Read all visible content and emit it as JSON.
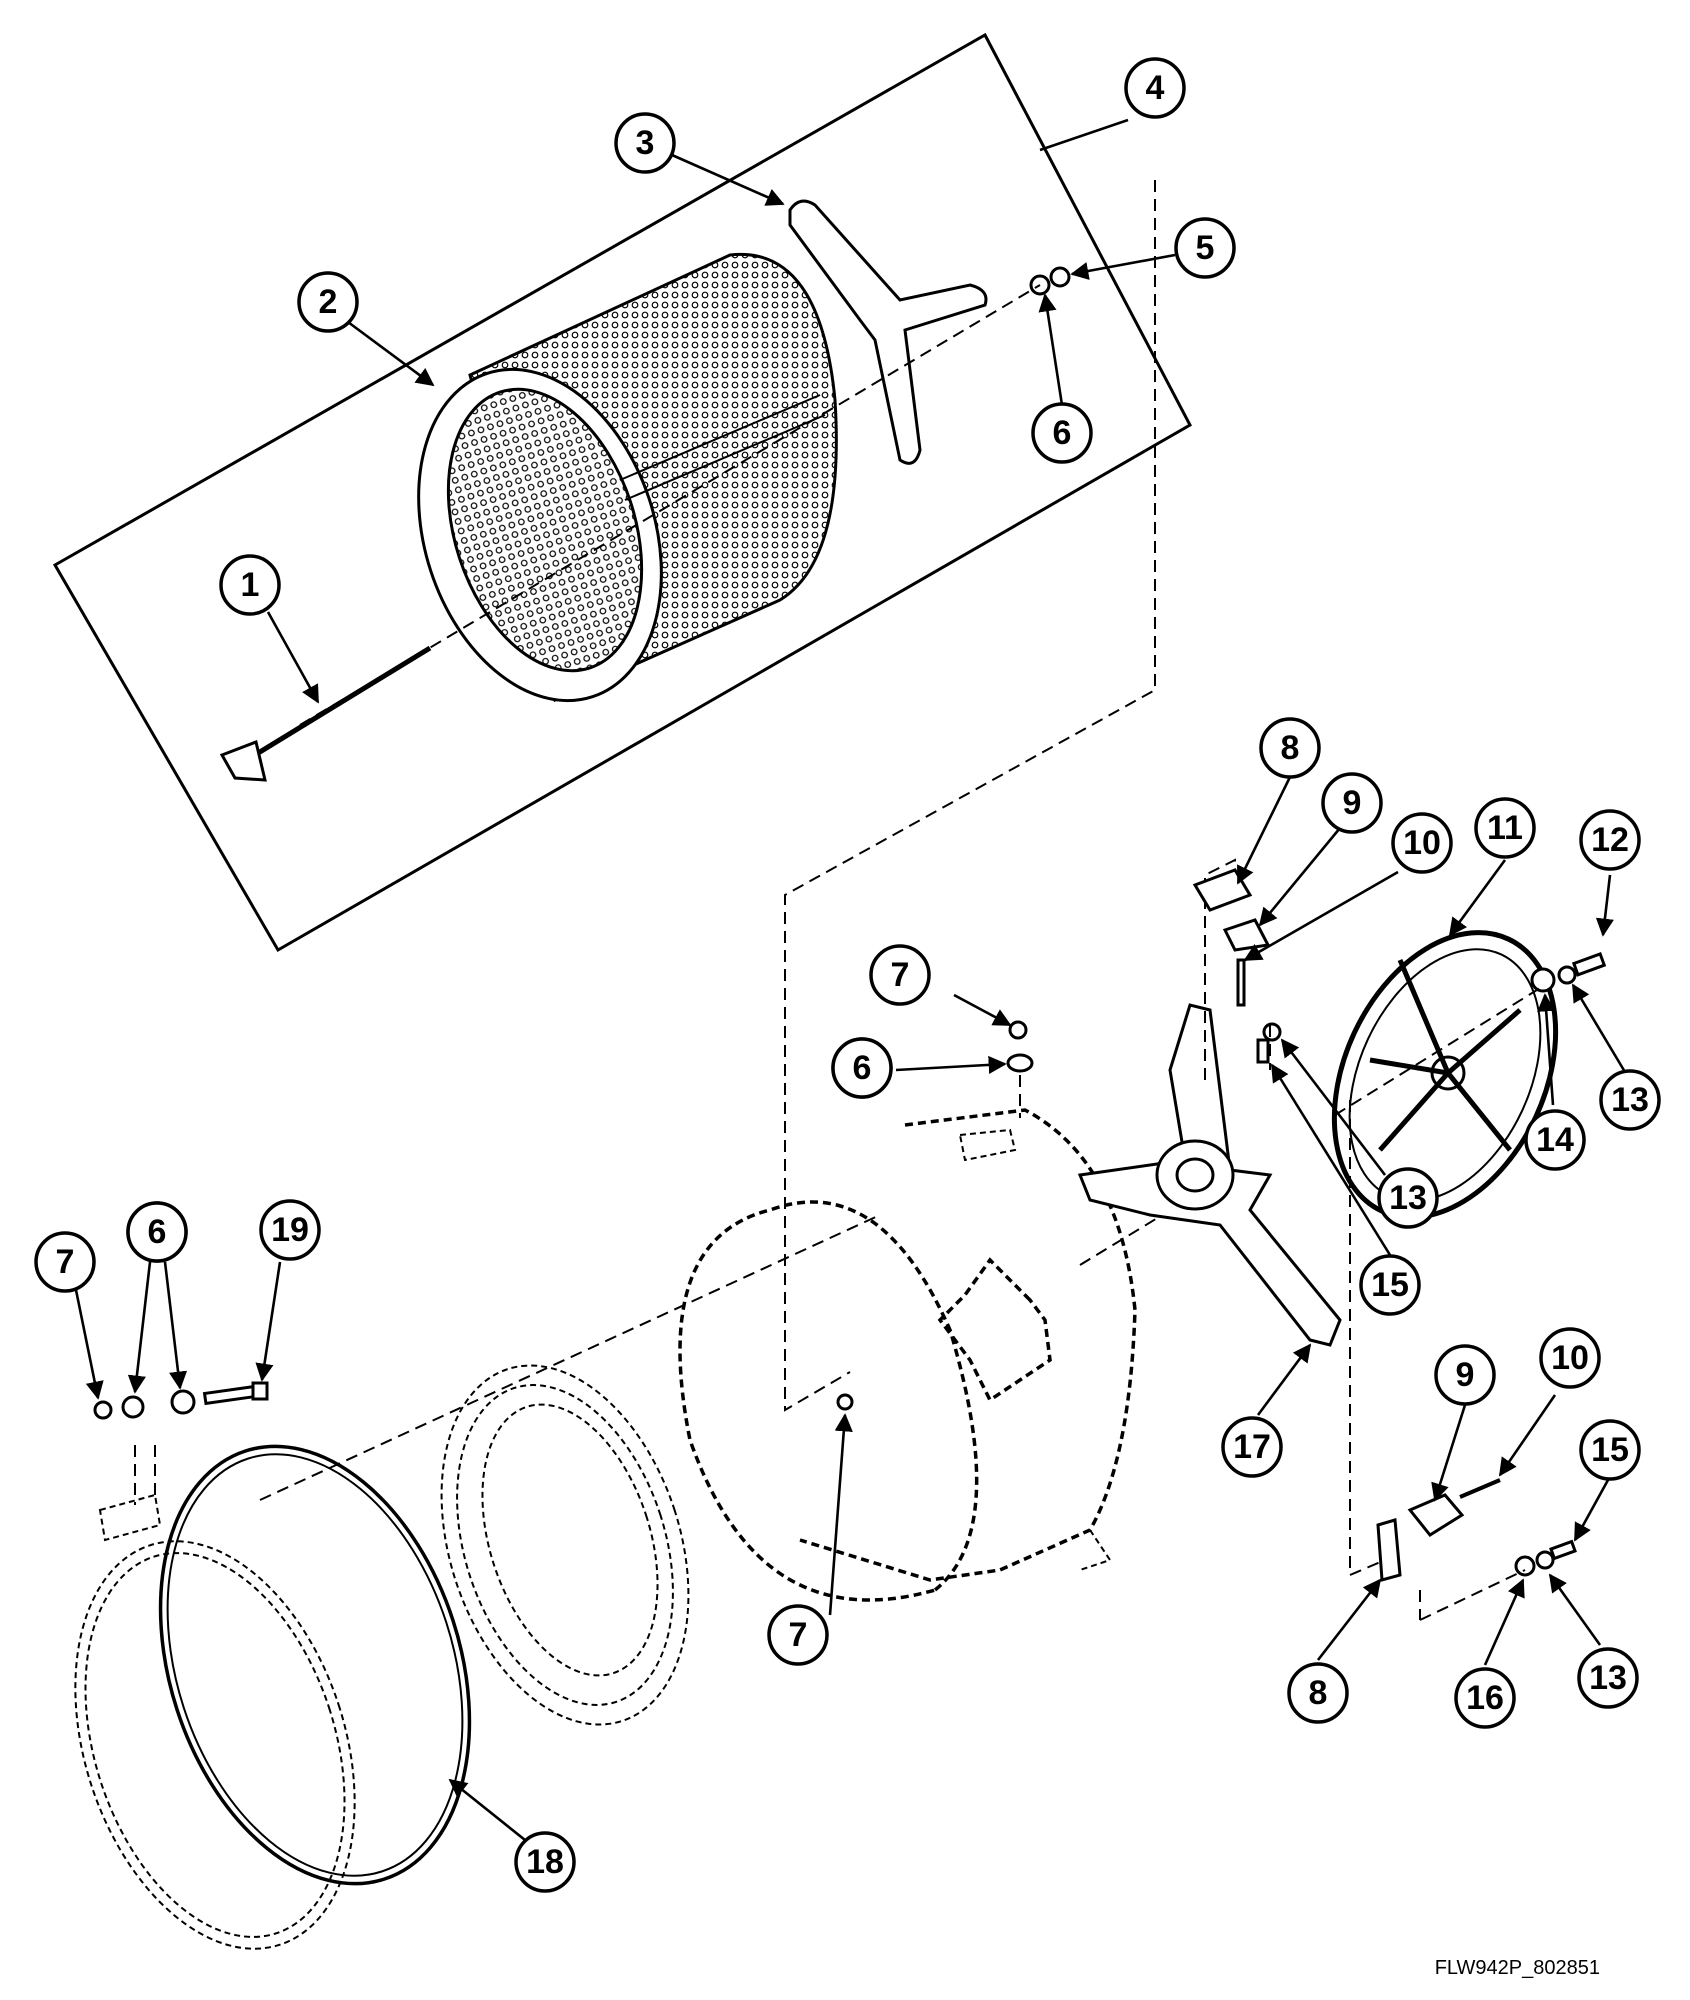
{
  "figure_code": "FLW942P_802851",
  "callouts": [
    "1",
    "2",
    "3",
    "4",
    "5",
    "6",
    "6",
    "7",
    "6",
    "8",
    "9",
    "10",
    "11",
    "12",
    "13",
    "14",
    "13",
    "15",
    "17",
    "7",
    "6",
    "6",
    "19",
    "9",
    "10",
    "15",
    "8",
    "16",
    "13",
    "18"
  ]
}
